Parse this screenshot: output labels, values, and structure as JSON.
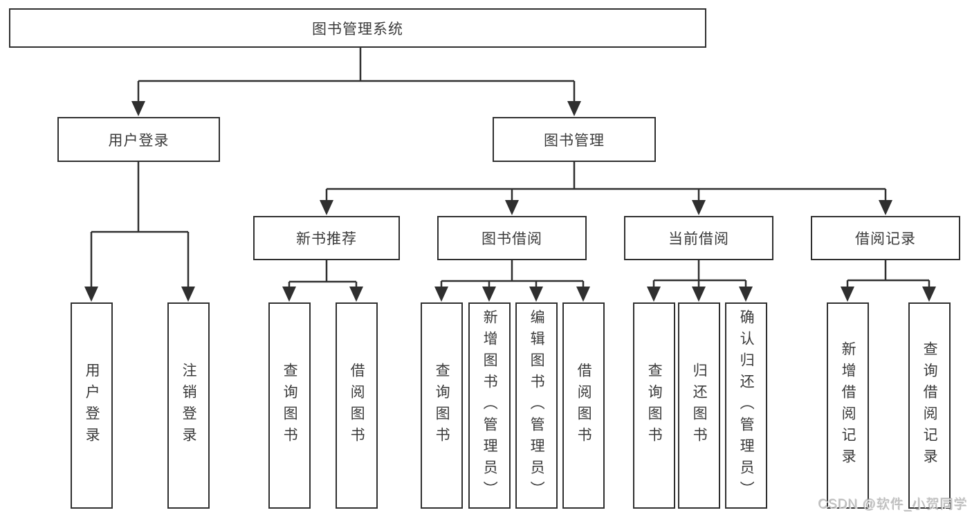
{
  "title": {
    "label": "图书管理系统"
  },
  "nodes": {
    "user_login": {
      "label": "用户登录"
    },
    "book_management": {
      "label": "图书管理"
    },
    "new_book_recommend": {
      "label": "新书推荐"
    },
    "book_borrow": {
      "label": "图书借阅"
    },
    "current_borrow": {
      "label": "当前借阅"
    },
    "borrow_records": {
      "label": "借阅记录"
    }
  },
  "leaves": {
    "user_login": {
      "label": "用户登录"
    },
    "logout": {
      "label": "注销登录"
    },
    "query_books_recommend": {
      "label": "查询图书"
    },
    "borrow_books_recommend": {
      "label": "借阅图书"
    },
    "query_books_borrow": {
      "label": "查询图书"
    },
    "add_books_admin": {
      "label": "新增图书（管理员）"
    },
    "edit_books_admin": {
      "label": "编辑图书（管理员）"
    },
    "borrow_books_borrow": {
      "label": "借阅图书"
    },
    "query_books_current": {
      "label": "查询图书"
    },
    "return_books": {
      "label": "归还图书"
    },
    "confirm_return_admin": {
      "label": "确认归还（管理员）"
    },
    "add_borrow_record": {
      "label": "新增借阅记录"
    },
    "query_borrow_record": {
      "label": "查询借阅记录"
    }
  },
  "watermark": {
    "text": "CSDN @软件_小贺同学"
  },
  "colors": {
    "line": "#2f2f2f",
    "text": "#3a3a3a",
    "background": "#ffffff",
    "watermark": "#bdbdbd"
  }
}
